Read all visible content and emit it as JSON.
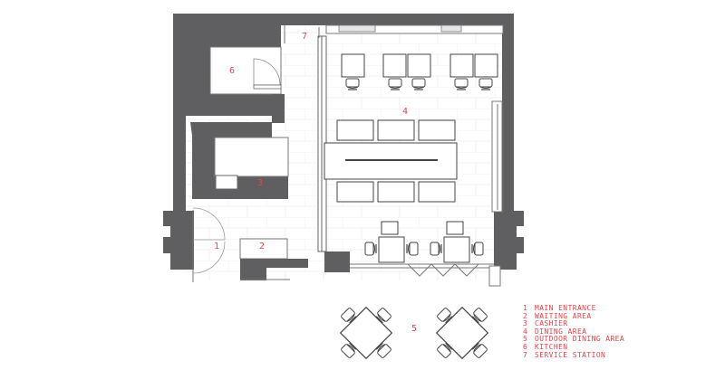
{
  "colors": {
    "wall": "#5f5f61",
    "line": "#8a8a8a",
    "tile": "#e2e2e2",
    "label": "#e0454a"
  },
  "room_numbers": {
    "kitchen": "6",
    "service_station": "7",
    "dining_area": "4",
    "cashier": "3",
    "main_entrance": "1",
    "waiting_area": "2",
    "outdoor_dining_area": "5"
  },
  "legend": [
    {
      "num": "1",
      "label": "MAIN ENTRANCE"
    },
    {
      "num": "2",
      "label": "WAITING AREA"
    },
    {
      "num": "3",
      "label": "CASHIER"
    },
    {
      "num": "4",
      "label": "DINING AREA"
    },
    {
      "num": "5",
      "label": "OUTDOOR DINING AREA"
    },
    {
      "num": "6",
      "label": "KITCHEN"
    },
    {
      "num": "7",
      "label": "SERVICE STATION"
    }
  ]
}
